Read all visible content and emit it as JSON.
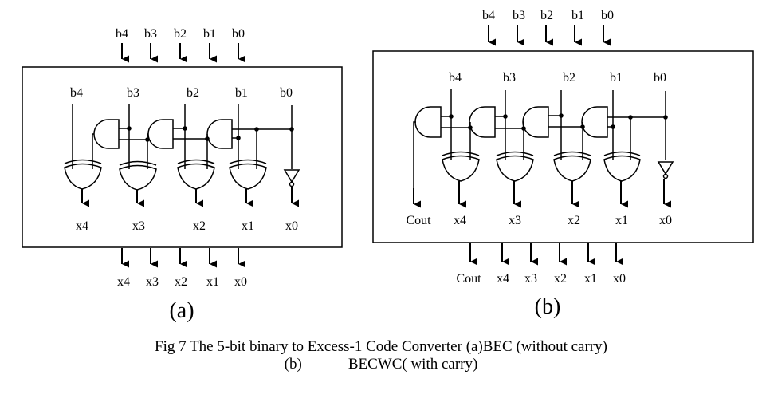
{
  "figure": {
    "panel_a": {
      "subtitle": "(a)",
      "top_inputs": [
        "b4",
        "b3",
        "b2",
        "b1",
        "b0"
      ],
      "inner_inputs": [
        "b4",
        "b3",
        "b2",
        "b1",
        "b0"
      ],
      "inner_outputs": [
        "x4",
        "x3",
        "x2",
        "x1",
        "x0"
      ],
      "bottom_outputs": [
        "x4",
        "x3",
        "x2",
        "x1",
        "x0"
      ],
      "gates": {
        "and": 3,
        "xor": 4,
        "not": 1
      }
    },
    "panel_b": {
      "subtitle": "(b)",
      "top_inputs": [
        "b4",
        "b3",
        "b2",
        "b1",
        "b0"
      ],
      "inner_inputs": [
        "b4",
        "b3",
        "b2",
        "b1",
        "b0"
      ],
      "inner_outputs": [
        "Cout",
        "x4",
        "x3",
        "x2",
        "x1",
        "x0"
      ],
      "bottom_outputs": [
        "Cout",
        "x4",
        "x3",
        "x2",
        "x1",
        "x0"
      ],
      "gates": {
        "and": 4,
        "xor": 4,
        "not": 1
      }
    },
    "caption": {
      "line1": "Fig 7 The 5-bit binary to Excess-1 Code Converter (a)BEC (without carry)",
      "line2_a": "(b)",
      "line2_b": "BECWC( with carry)"
    }
  }
}
